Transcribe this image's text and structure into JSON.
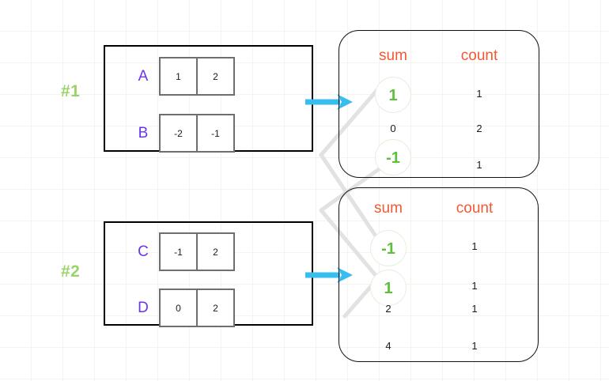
{
  "steps": [
    {
      "label": "#1"
    },
    {
      "label": "#2"
    }
  ],
  "matrix_panels": [
    {
      "rows": [
        {
          "name": "A",
          "cells": [
            "1",
            "2"
          ]
        },
        {
          "name": "B",
          "cells": [
            "-2",
            "-1"
          ]
        }
      ]
    },
    {
      "rows": [
        {
          "name": "C",
          "cells": [
            "-1",
            "2"
          ]
        },
        {
          "name": "D",
          "cells": [
            "0",
            "2"
          ]
        }
      ]
    }
  ],
  "tables": [
    {
      "headers": {
        "sum": "sum",
        "count": "count"
      },
      "rows": [
        {
          "sum": "1",
          "count": "1",
          "highlighted": true
        },
        {
          "sum": "0",
          "count": "2",
          "highlighted": false
        },
        {
          "sum": "-1",
          "count": "1",
          "highlighted": true
        }
      ]
    },
    {
      "headers": {
        "sum": "sum",
        "count": "count"
      },
      "rows": [
        {
          "sum": "-1",
          "count": "1",
          "highlighted": true
        },
        {
          "sum": "1",
          "count": "1",
          "highlighted": true
        },
        {
          "sum": "2",
          "count": "1",
          "highlighted": false
        },
        {
          "sum": "4",
          "count": "1",
          "highlighted": false
        }
      ]
    }
  ],
  "colors": {
    "step_label": "#9ad36a",
    "matrix_name": "#6a36e8",
    "header": "#ef5a33",
    "highlight": "#5fbf3c",
    "arrow": "#38bdef",
    "connector": "#e2e2e2",
    "grid": "#f3f3ef"
  },
  "arrows": [
    {
      "name": "arrow-to-table-1"
    },
    {
      "name": "arrow-to-table-2"
    }
  ]
}
